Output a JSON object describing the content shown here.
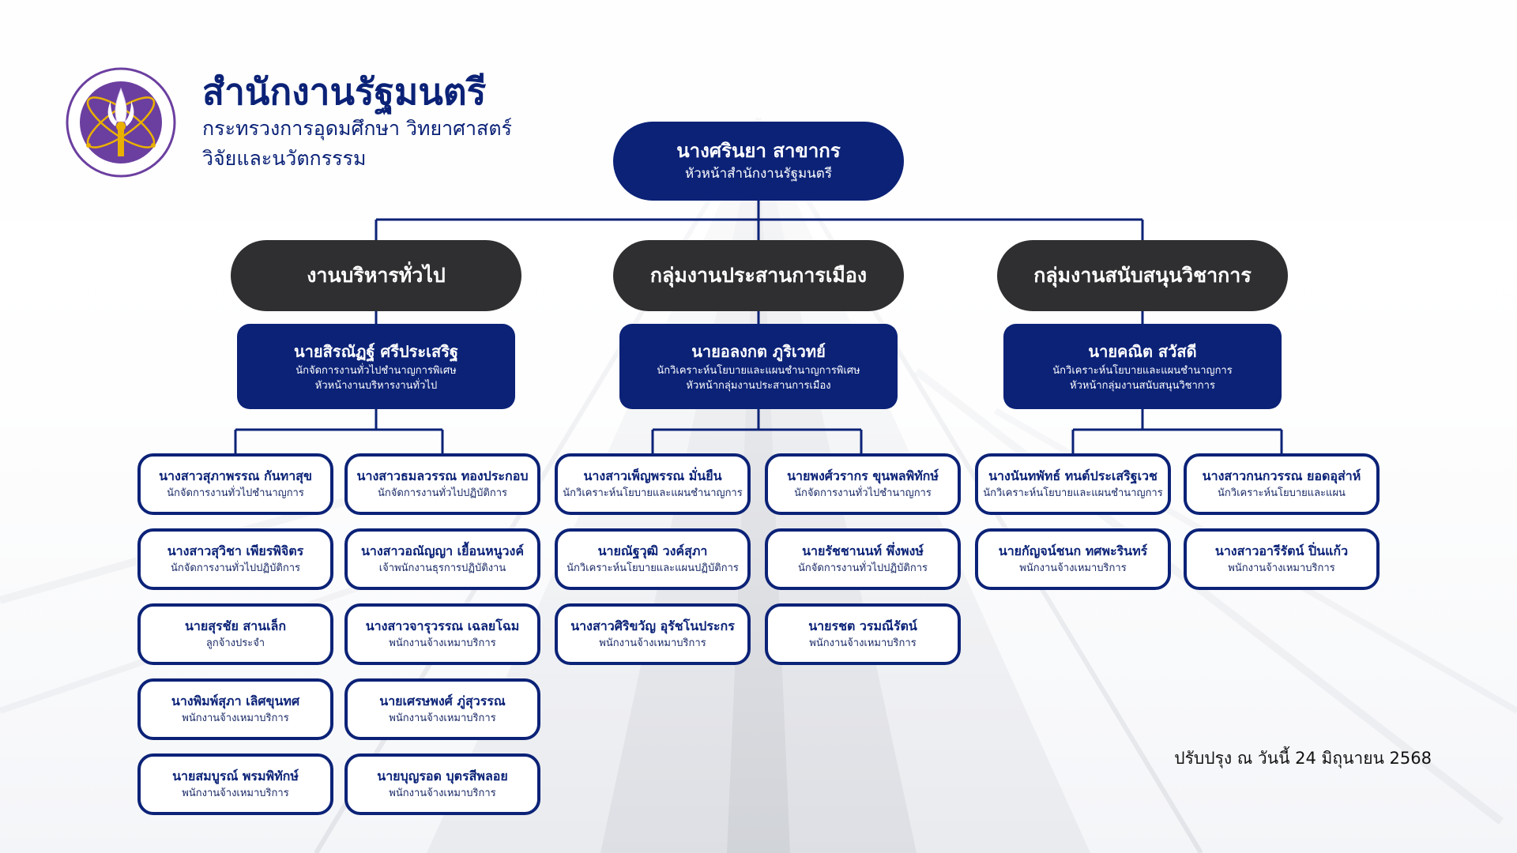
{
  "header": {
    "title": "สำนักงานรัฐมนตรี",
    "subtitle_line1": "กระทรวงการอุดมศึกษา วิทยาศาสตร์",
    "subtitle_line2": "วิจัยและนวัตกรรรม"
  },
  "head": {
    "name": "นางศรินยา สาขากร",
    "position": "หัวหน้าสำนักงานรัฐมนตรี"
  },
  "groups": [
    {
      "label": "งานบริหารทั่วไป"
    },
    {
      "label": "กลุ่มงานประสานการเมือง"
    },
    {
      "label": "กลุ่มงานสนับสนุนวิชาการ"
    }
  ],
  "leaders": [
    {
      "name": "นายสิรณัฏฐ์ ศรีประเสริฐ",
      "position1": "นักจัดการงานทั่วไปชำนาญการพิเศษ",
      "position2": "หัวหน้างานบริหารงานทั่วไป"
    },
    {
      "name": "นายอลงกต ภูริเวทย์",
      "position1": "นักวิเคราะห์นโยบายและแผนชำนาญการพิเศษ",
      "position2": "หัวหน้ากลุ่มงานประสานการเมือง"
    },
    {
      "name": "นายคณิต สวัสดี",
      "position1": "นักวิเคราะห์นโยบายและแผนชำนาญการ",
      "position2": "หัวหน้ากลุ่มงานสนับสนุนวิชาการ"
    }
  ],
  "staff": [
    {
      "name": "นางสาวสุภาพรรณ กันทาสุข",
      "position": "นักจัดการงานทั่วไปชำนาญการ"
    },
    {
      "name": "นางสาวสุวิชา เพียรพิจิตร",
      "position": "นักจัดการงานทั่วไปปฏิบัติการ"
    },
    {
      "name": "นายสุรชัย สานเล็ก",
      "position": "ลูกจ้างประจำ"
    },
    {
      "name": "นางพิมพ์สุภา เลิศขุนทศ",
      "position": "พนักงานจ้างเหมาบริการ"
    },
    {
      "name": "นายสมบูรณ์ พรมพิทักษ์",
      "position": "พนักงานจ้างเหมาบริการ"
    },
    {
      "name": "นางสาวธมลวรรณ ทองประกอบ",
      "position": "นักจัดการงานทั่วไปปฏิบัติการ"
    },
    {
      "name": "นางสาวอณัญญา เยื้อนหนูวงค์",
      "position": "เจ้าพนักงานธุรการปฏิบัติงาน"
    },
    {
      "name": "นางสาวจารุวรรณ เฉลยโฉม",
      "position": "พนักงานจ้างเหมาบริการ"
    },
    {
      "name": "นายเศรษพงศ์ ภู่สุวรรณ",
      "position": "พนักงานจ้างเหมาบริการ"
    },
    {
      "name": "นายบุญรอด บุตรสีพลอย",
      "position": "พนักงานจ้างเหมาบริการ"
    },
    {
      "name": "นางสาวเพ็ญพรรณ มั่นยืน",
      "position": "นักวิเคราะห์นโยบายและแผนชำนาญการ"
    },
    {
      "name": "นายณัฐวุฒิ วงค์สุภา",
      "position": "นักวิเคราะห์นโยบายและแผนปฏิบัติการ"
    },
    {
      "name": "นางสาวศิริขวัญ อุรัชโนประกร",
      "position": "พนักงานจ้างเหมาบริการ"
    },
    {
      "name": "นายพงศ์วรากร ขุนพลพิทักษ์",
      "position": "นักจัดการงานทั่วไปชำนาญการ"
    },
    {
      "name": "นายรัชชานนท์ พึ่งพงษ์",
      "position": "นักจัดการงานทั่วไปปฏิบัติการ"
    },
    {
      "name": "นายรชต วรมณีรัตน์",
      "position": "พนักงานจ้างเหมาบริการ"
    },
    {
      "name": "นางนันทพัทธ์ ทนต์ประเสริฐเวช",
      "position": "นักวิเคราะห์นโยบายและแผนชำนาญการ"
    },
    {
      "name": "นายกัญจน์ชนก ทศพะรินทร์",
      "position": "พนักงานจ้างเหมาบริการ"
    },
    {
      "name": "นางสาวกนกวรรณ ยอดอุส่าห์",
      "position": "นักวิเคราะห์นโยบายและแผน"
    },
    {
      "name": "นางสาวอารีรัตน์ ปิ่นแก้ว",
      "position": "พนักงานจ้างเหมาบริการ"
    }
  ],
  "footer": {
    "updated": "ปรับปรุง ณ วันนี้ 24 มิถุนายน 2568"
  },
  "colors": {
    "navy": "#0b2277",
    "group_dark": "#2f2f31",
    "logo_purple": "#6b3fa0",
    "logo_gold": "#e9b000"
  },
  "icons": {
    "logo": "ministry-emblem-icon"
  }
}
